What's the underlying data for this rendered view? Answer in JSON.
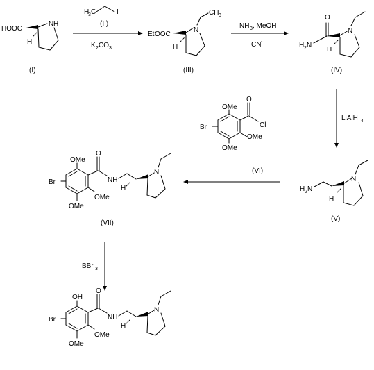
{
  "compounds": {
    "c1": {
      "label": "(I)",
      "acid": "HOOC",
      "h": "H",
      "nh": "N",
      "nh_h": "H"
    },
    "c2": {
      "label": "(II)",
      "h3": "H",
      "h3_sub": "3",
      "c": "C",
      "i": "I"
    },
    "c3": {
      "label": "(III)",
      "ester_et": "Et",
      "ester_rest": "OOC",
      "h": "H",
      "n": "N",
      "ch3_c": "CH",
      "ch3_sub": "3"
    },
    "c4": {
      "label": "(IV)",
      "o": "O",
      "h2n_h": "H",
      "h2n_sub": "2",
      "h2n_n": "N",
      "h": "H",
      "n": "N"
    },
    "c5": {
      "label": "(V)",
      "h2n_h": "H",
      "h2n_sub": "2",
      "h2n_n": "N",
      "h": "H",
      "n": "N"
    },
    "c6": {
      "label": "(VI)",
      "ome_top": "OMe",
      "ome_right": "OMe",
      "ome_bottom": "OMe",
      "br": "Br",
      "o": "O",
      "cl": "Cl"
    },
    "c7": {
      "label": "(VII)",
      "ome_top": "OMe",
      "ome_right": "OMe",
      "ome_bottom": "OMe",
      "br": "Br",
      "o": "O",
      "nh": "NH",
      "h": "H",
      "n": "N"
    },
    "c8": {
      "oh": "OH",
      "ome_right": "OMe",
      "ome_bottom": "OMe",
      "br": "Br",
      "o": "O",
      "nh": "NH",
      "h": "H",
      "n": "N"
    }
  },
  "reagents": {
    "step1_base": "K",
    "step1_base_sub": "2",
    "step1_base_co": "CO",
    "step1_base_sub2": "3",
    "step2_top_nh": "NH",
    "step2_top_sub": "3",
    "step2_top_rest": ", MeOH",
    "step2_bottom": "CN",
    "step2_bottom_sup": "-",
    "step3_main": "LiAlH",
    "step3_sub": "4",
    "step5_main": "BBr",
    "step5_sub": "3"
  }
}
